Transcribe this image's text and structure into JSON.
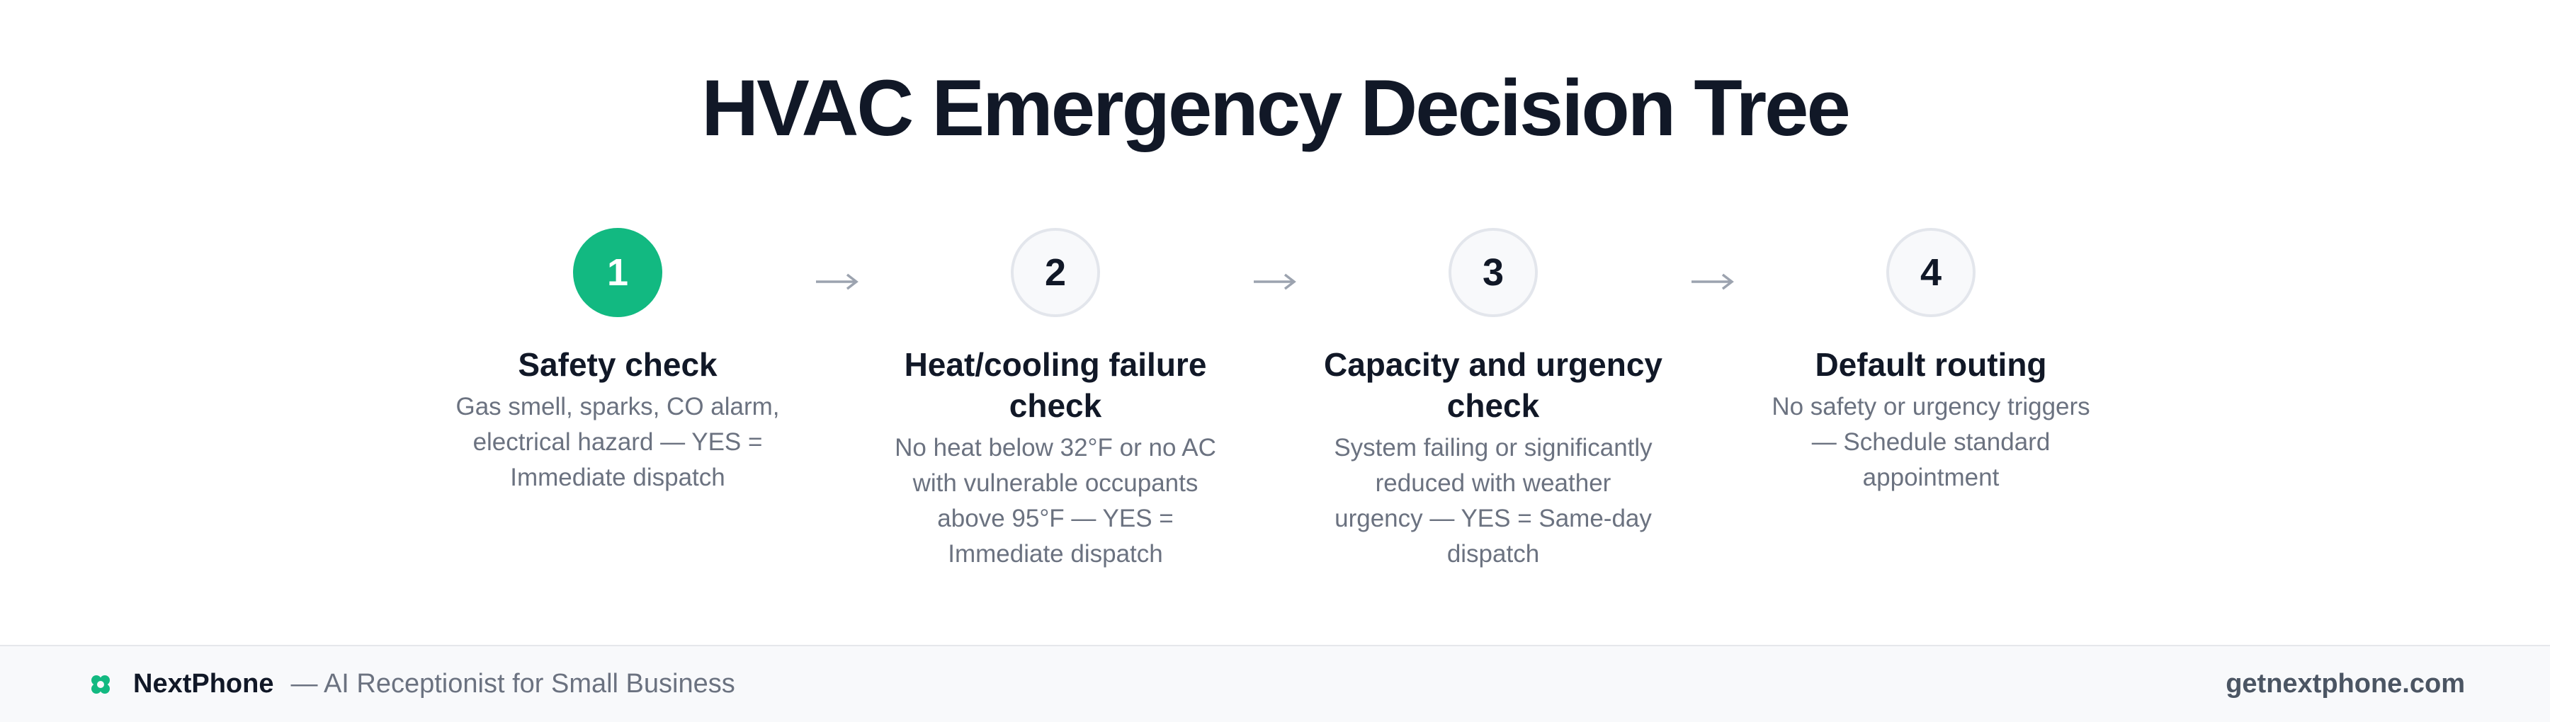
{
  "title": "HVAC Emergency Decision Tree",
  "steps": [
    {
      "number": "1",
      "heading": "Safety check",
      "description": "Gas smell, sparks, CO alarm, electrical hazard — YES = Immediate dispatch",
      "active": true
    },
    {
      "number": "2",
      "heading": "Heat/cooling failure check",
      "description": "No heat below 32°F or no AC with vulnerable occupants above 95°F — YES = Immediate dispatch",
      "active": false
    },
    {
      "number": "3",
      "heading": "Capacity and urgency check",
      "description": "System failing or significantly reduced with weather urgency — YES = Same-day dispatch",
      "active": false
    },
    {
      "number": "4",
      "heading": "Default routing",
      "description": "No safety or urgency triggers — Schedule standard appointment",
      "active": false
    }
  ],
  "footer": {
    "brand_name": "NextPhone",
    "tagline": "— AI Receptionist for Small Business",
    "website": "getnextphone.com"
  },
  "colors": {
    "accent": "#12b981",
    "title": "#111827",
    "muted_text": "#6b7280",
    "arrow": "#9ca3af",
    "footer_bg": "#f8f9fb"
  },
  "icons": {
    "logo": "clover-icon",
    "connector": "arrow-right-icon"
  }
}
